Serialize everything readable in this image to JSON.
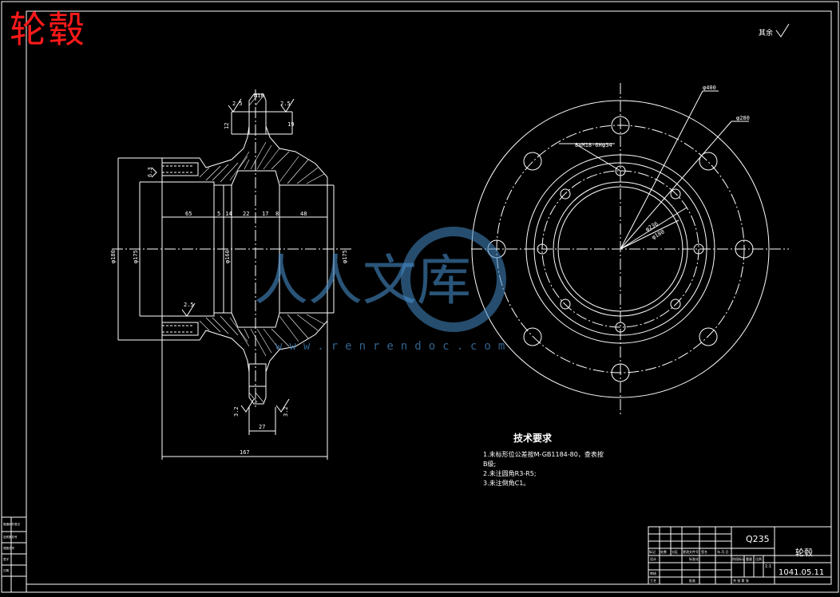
{
  "drawing_title": "轮毂",
  "surface_note": "其余",
  "technical_requirements": {
    "title": "技术要求",
    "lines": [
      "1.未标形位公差按M-GB1184-80，查表按",
      "B级;",
      "2.未注圆角R3-R5;",
      "3.未注倒角C1。"
    ]
  },
  "section_dims": {
    "top_left_roughness": "2.5",
    "top_right_roughness": "2.5",
    "d_hub_left": "φ180",
    "d_bore_left": "φ175",
    "d_mid": "φ160",
    "d_bore_right": "φ175",
    "len_a": "65",
    "len_b": "5",
    "len_c": "14",
    "len_d": "22",
    "len_e": "17",
    "len_f": "8",
    "len_g": "48",
    "flange_w": "27",
    "total_len": "167",
    "roughness_bottom_left": "3.2",
    "roughness_bottom_right": "3.2",
    "roughness_inner": "2.5",
    "roughness_left": "6.3",
    "thread": "M18",
    "small_w": "12",
    "small_h": "19"
  },
  "front_view_dims": {
    "d_outer": "φ400",
    "d_pcd": "φ280",
    "holes_note": "8xM18-6H",
    "d_small_pcd": "φ34",
    "d_inner1": "φ236",
    "d_inner2": "φ180"
  },
  "title_block": {
    "material": "Q235",
    "part_name": "轮毂",
    "date": "1041.05.11",
    "scale": "1:1",
    "row_labels": [
      "标记",
      "处数",
      "分区",
      "更改文件号",
      "签名",
      "年.月.日"
    ],
    "design": "设计",
    "standard": "标准化",
    "stage_mark": "阶段标记",
    "weight": "重量",
    "ratio": "比例",
    "review": "审核",
    "process": "工艺",
    "approve": "批准",
    "sheets": "共 张 第 张"
  },
  "side_strip": {
    "items": [
      "借通用件登记",
      "旧底图总号",
      "底图总号",
      "签字",
      "日期"
    ]
  },
  "watermark": {
    "text": "人人文库",
    "url": "www.renrendoc.com"
  }
}
